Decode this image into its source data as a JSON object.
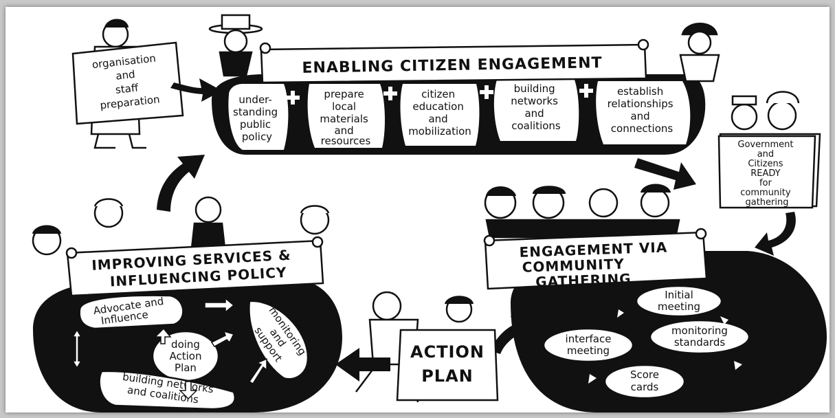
{
  "top_banner": {
    "title": "ENABLING CITIZEN ENGAGEMENT"
  },
  "org_sign": [
    "organisation",
    "and",
    "staff",
    "preparation"
  ],
  "top_cells": [
    [
      "under-",
      "standing",
      "public",
      "policy"
    ],
    [
      "prepare",
      "local",
      "materials",
      "and",
      "resources"
    ],
    [
      "citizen",
      "education",
      "and",
      "mobilization"
    ],
    [
      "building",
      "networks",
      "and",
      "coalitions"
    ],
    [
      "establish",
      "relationships",
      "and",
      "connections"
    ]
  ],
  "gov_sign": [
    "Government",
    "and",
    "Citizens",
    "READY",
    "for",
    "community",
    "gathering"
  ],
  "engagement_banner": [
    "ENGAGEMENT VIA",
    "COMMUNITY",
    "GATHERING"
  ],
  "engagement_items": [
    [
      "Initial",
      "meeting"
    ],
    [
      "monitoring",
      "standards"
    ],
    [
      "interface",
      "meeting"
    ],
    [
      "Score",
      "cards"
    ]
  ],
  "improving_banner": [
    "IMPROVING SERVICES &",
    "INFLUENCING POLICY"
  ],
  "improving_items": {
    "advocate": [
      "Advocate and",
      "Influence"
    ],
    "monitoring": [
      "monitoring",
      "and",
      "support"
    ],
    "center": [
      "doing",
      "Action",
      "Plan"
    ],
    "building": [
      "building networks",
      "and coalitions"
    ]
  },
  "action_plan_sign": [
    "ACTION",
    "PLAN"
  ],
  "colors": {
    "ink": "#111111",
    "paper": "#ffffff",
    "frame": "#c8c8c8"
  }
}
